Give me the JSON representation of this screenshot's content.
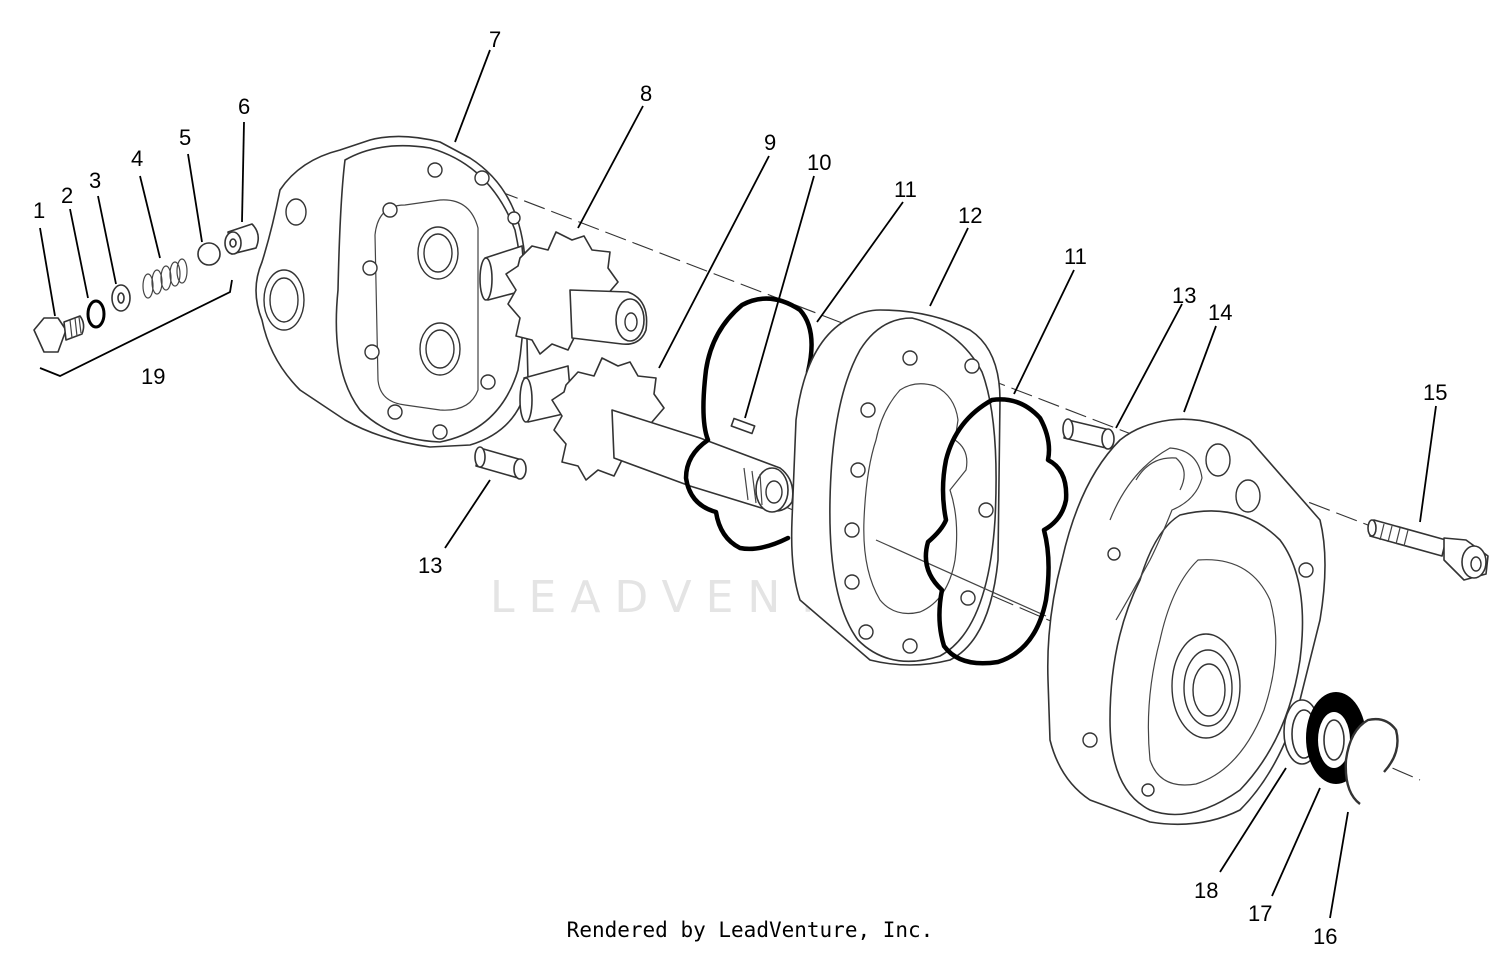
{
  "diagram": {
    "callouts": [
      "1",
      "2",
      "3",
      "4",
      "5",
      "6",
      "7",
      "8",
      "9",
      "10",
      "11",
      "11",
      "12",
      "13",
      "13",
      "14",
      "15",
      "16",
      "17",
      "18",
      "19"
    ],
    "watermark": "LEADVENTURE",
    "credit": "Rendered by LeadVenture, Inc."
  },
  "colors": {
    "ink": "#000000",
    "line": "#333333",
    "watermark": "#e4e4e4"
  }
}
